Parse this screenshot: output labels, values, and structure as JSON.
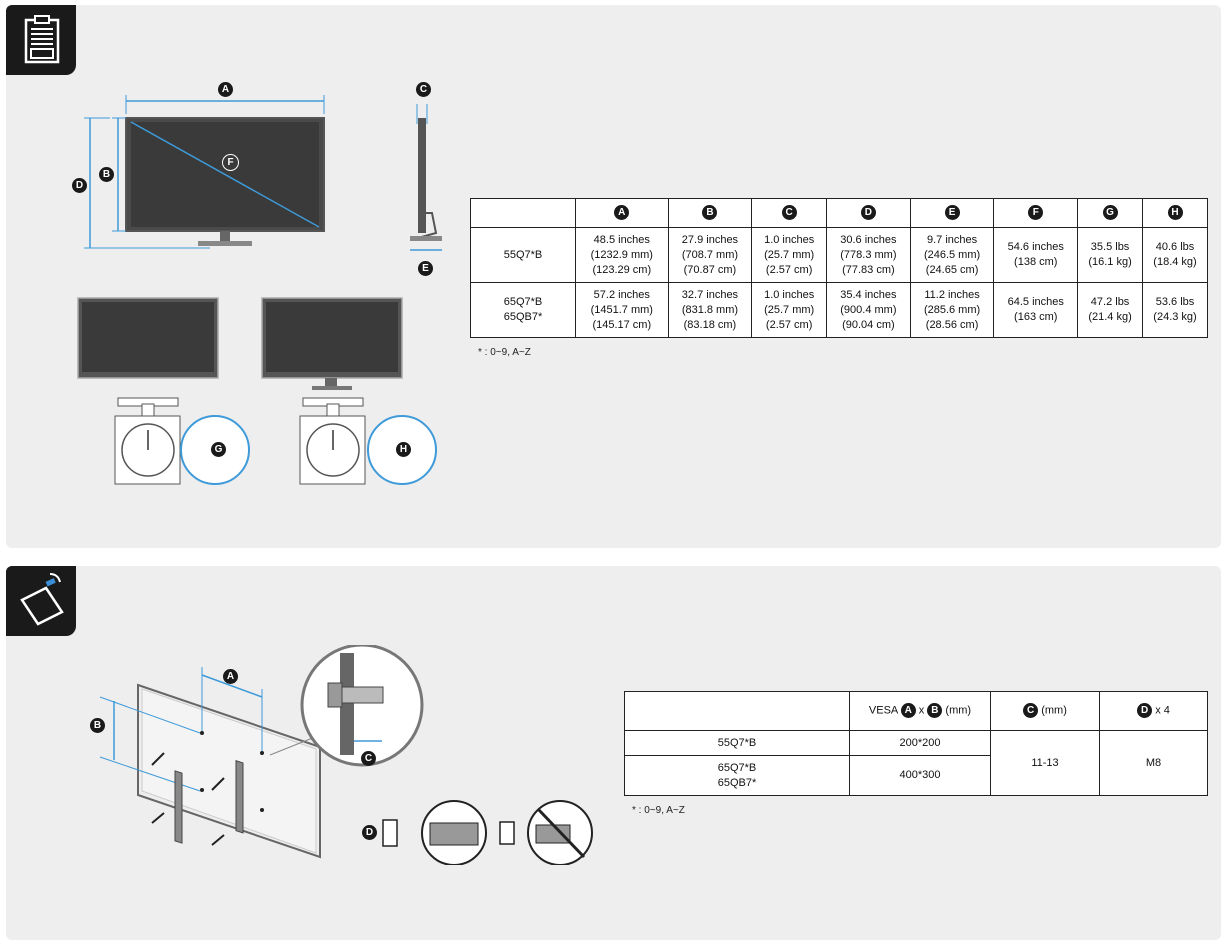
{
  "dimensions_section": {
    "icon": "clipboard-specs-icon",
    "diagram_labels": {
      "a": "A",
      "b": "B",
      "c": "C",
      "d": "D",
      "e": "E",
      "f": "F",
      "g": "G",
      "h": "H"
    },
    "table": {
      "headers": [
        "A",
        "B",
        "C",
        "D",
        "E",
        "F",
        "G",
        "H"
      ],
      "rows": [
        {
          "model": [
            "55Q7*B"
          ],
          "cells": [
            [
              "48.5 inches",
              "(1232.9 mm)",
              "(123.29 cm)"
            ],
            [
              "27.9 inches",
              "(708.7 mm)",
              "(70.87 cm)"
            ],
            [
              "1.0 inches",
              "(25.7 mm)",
              "(2.57 cm)"
            ],
            [
              "30.6 inches",
              "(778.3 mm)",
              "(77.83 cm)"
            ],
            [
              "9.7 inches",
              "(246.5 mm)",
              "(24.65 cm)"
            ],
            [
              "54.6 inches",
              "(138 cm)"
            ],
            [
              "35.5 lbs",
              "(16.1 kg)"
            ],
            [
              "40.6 lbs",
              "(18.4 kg)"
            ]
          ]
        },
        {
          "model": [
            "65Q7*B",
            "65QB7*"
          ],
          "cells": [
            [
              "57.2 inches",
              "(1451.7 mm)",
              "(145.17 cm)"
            ],
            [
              "32.7 inches",
              "(831.8 mm)",
              "(83.18 cm)"
            ],
            [
              "1.0 inches",
              "(25.7 mm)",
              "(2.57 cm)"
            ],
            [
              "35.4 inches",
              "(900.4 mm)",
              "(90.04 cm)"
            ],
            [
              "11.2 inches",
              "(285.6 mm)",
              "(28.56 cm)"
            ],
            [
              "64.5 inches",
              "(163 cm)"
            ],
            [
              "47.2 lbs",
              "(21.4 kg)"
            ],
            [
              "53.6 lbs",
              "(24.3 kg)"
            ]
          ]
        }
      ]
    },
    "footnote": "* : 0~9, A~Z"
  },
  "wall_mount_section": {
    "icon": "wall-mount-icon",
    "diagram_labels": {
      "a": "A",
      "b": "B",
      "c": "C",
      "d": "D"
    },
    "table": {
      "header_vesa_prefix": "VESA",
      "header_vesa_a": "A",
      "header_vesa_x": "x",
      "header_vesa_b": "B",
      "header_vesa_suffix": "(mm)",
      "header_c": "C",
      "header_c_suffix": "(mm)",
      "header_d": "D",
      "header_d_suffix": "x 4",
      "rows": [
        {
          "model": [
            "55Q7*B"
          ],
          "vesa": "200*200"
        },
        {
          "model": [
            "65Q7*B",
            "65QB7*"
          ],
          "vesa": "400*300"
        }
      ],
      "c_value": "11-13",
      "d_value": "M8"
    },
    "footnote": "* : 0~9, A~Z"
  }
}
